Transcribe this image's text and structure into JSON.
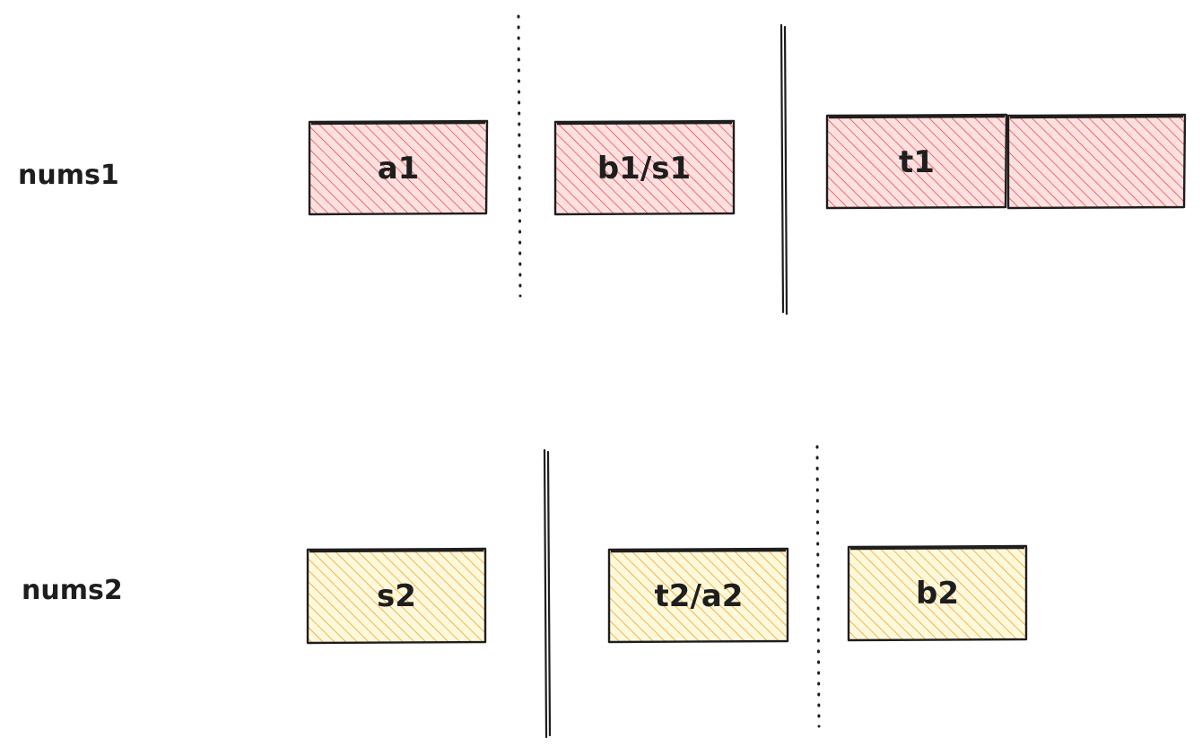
{
  "colors": {
    "red_fill": "#ff8383",
    "red_hatch": "#e03131",
    "yellow_fill": "#ffec99",
    "yellow_hatch": "#f08c00",
    "ink": "#1e1e1e"
  },
  "rows": [
    {
      "label": "nums1",
      "color": "red",
      "cells": [
        {
          "label": "a1"
        },
        {
          "label": "b1/s1"
        },
        {
          "label": "t1"
        },
        {
          "label": ""
        }
      ]
    },
    {
      "label": "nums2",
      "color": "yellow",
      "cells": [
        {
          "label": "s2"
        },
        {
          "label": "t2/a2"
        },
        {
          "label": "b2"
        }
      ]
    }
  ]
}
